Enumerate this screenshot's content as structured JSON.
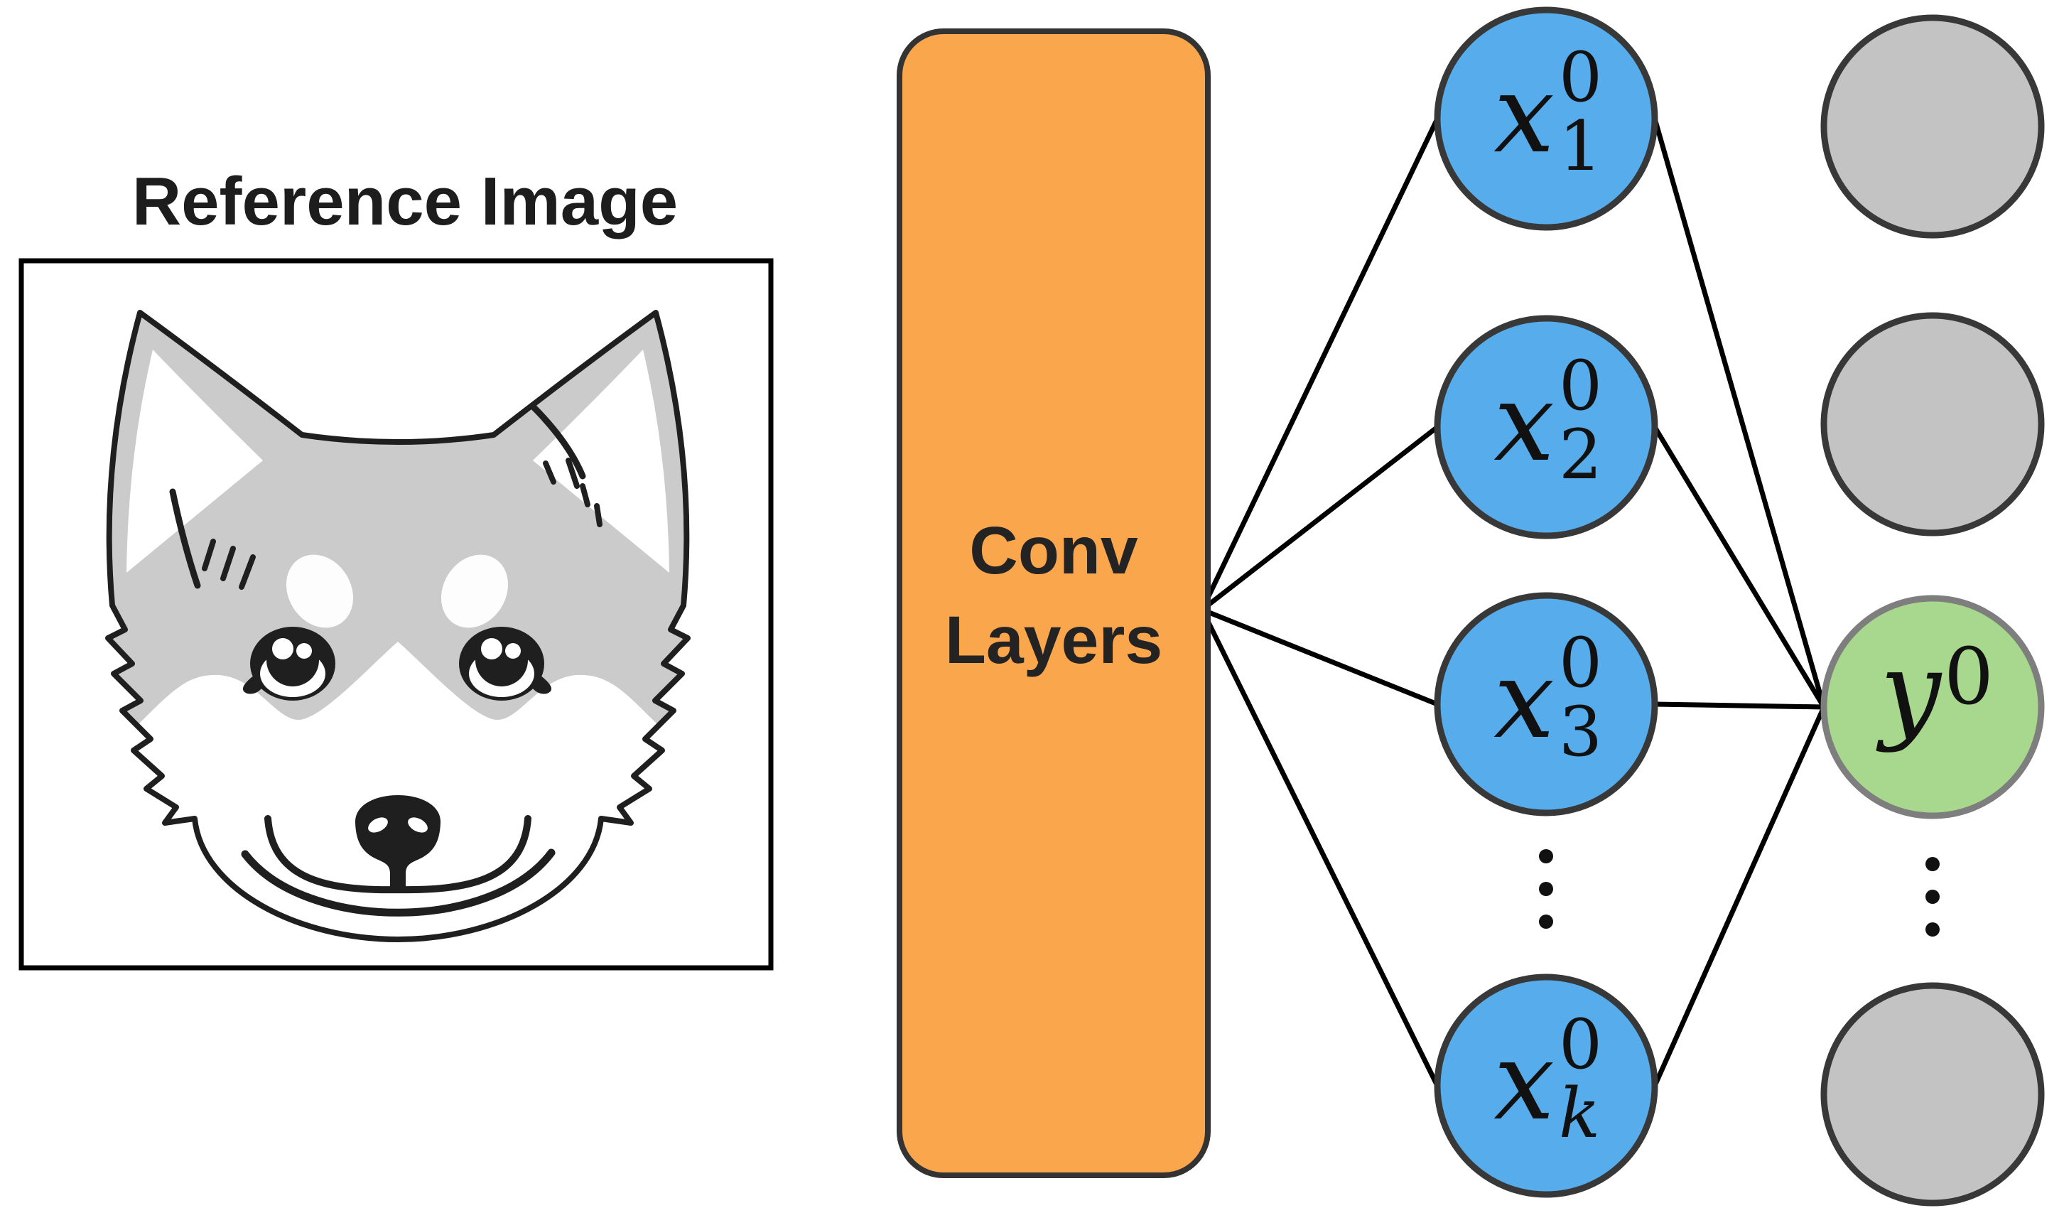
{
  "title": "Reference Image",
  "conv_box": {
    "line1": "Conv",
    "line2": "Layers"
  },
  "input_layer": {
    "nodes": [
      {
        "base": "x",
        "sup": "0",
        "sub": "1"
      },
      {
        "base": "x",
        "sup": "0",
        "sub": "2"
      },
      {
        "base": "x",
        "sup": "0",
        "sub": "3"
      },
      {
        "base": "x",
        "sup": "0",
        "sub": "k"
      }
    ]
  },
  "output_layer": {
    "node": {
      "base": "y",
      "sup": "0"
    }
  },
  "colors": {
    "input_node": "#57ACEB",
    "output_node": "#A8D88D",
    "inactive_node": "#C3C3C3",
    "conv_box": "#FAA64D",
    "dog_gray": "#CBCBCB",
    "edge": "#000000",
    "ink": "#1F1F1F"
  }
}
